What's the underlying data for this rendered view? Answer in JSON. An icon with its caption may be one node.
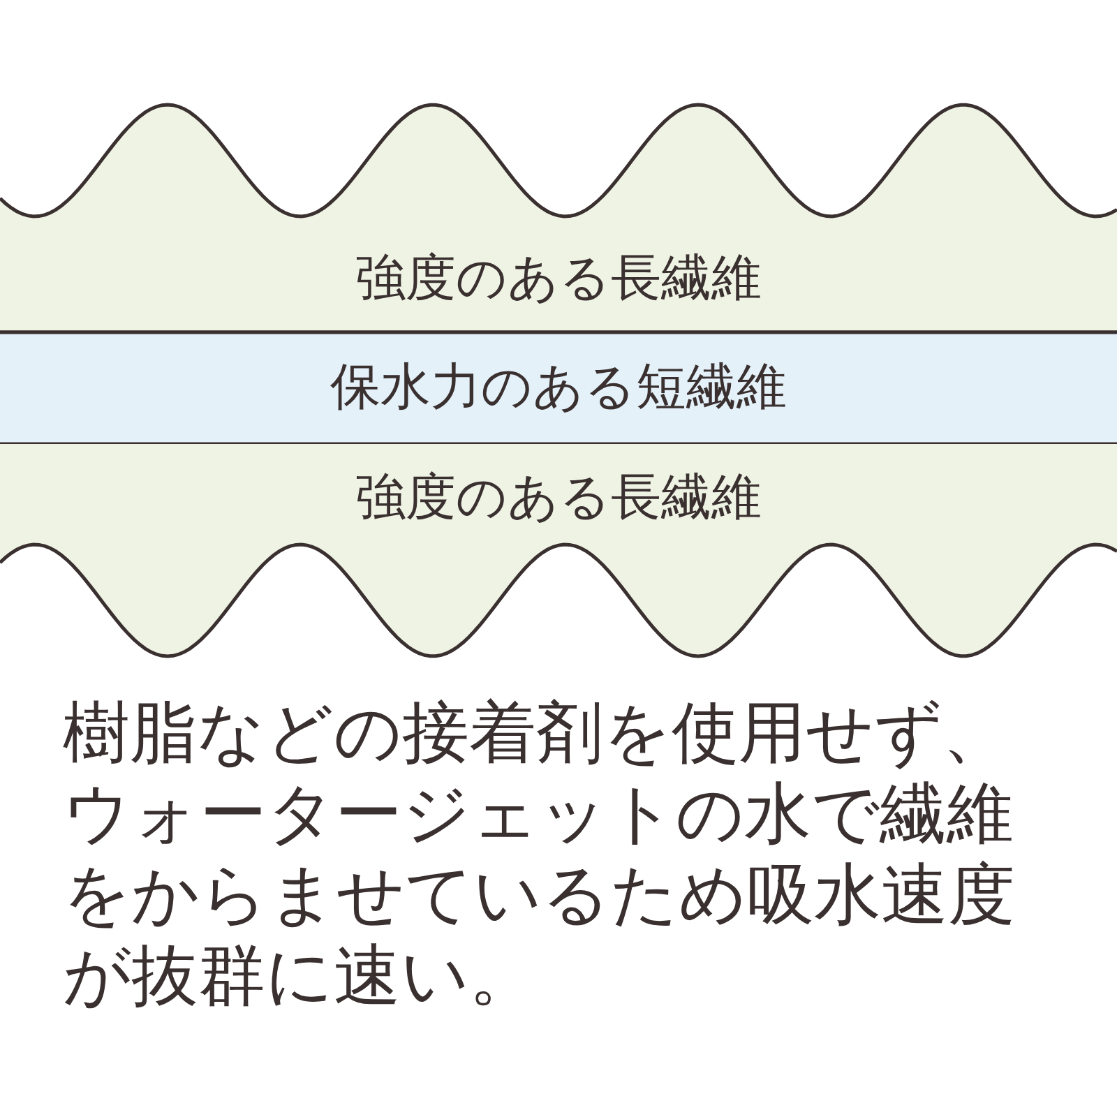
{
  "diagram": {
    "nodes": [
      {
        "text": [
          "強度のある長繊維"
        ]
      },
      {
        "text": [
          "保水力のある短繊維"
        ]
      },
      {
        "text": [
          "強度のある長繊維"
        ]
      }
    ],
    "labels": [
      "樹脂などの接着剤を使用せず、ウォータージェットの水で繊維をからませているため吸水速度が抜群に速い。"
    ]
  }
}
